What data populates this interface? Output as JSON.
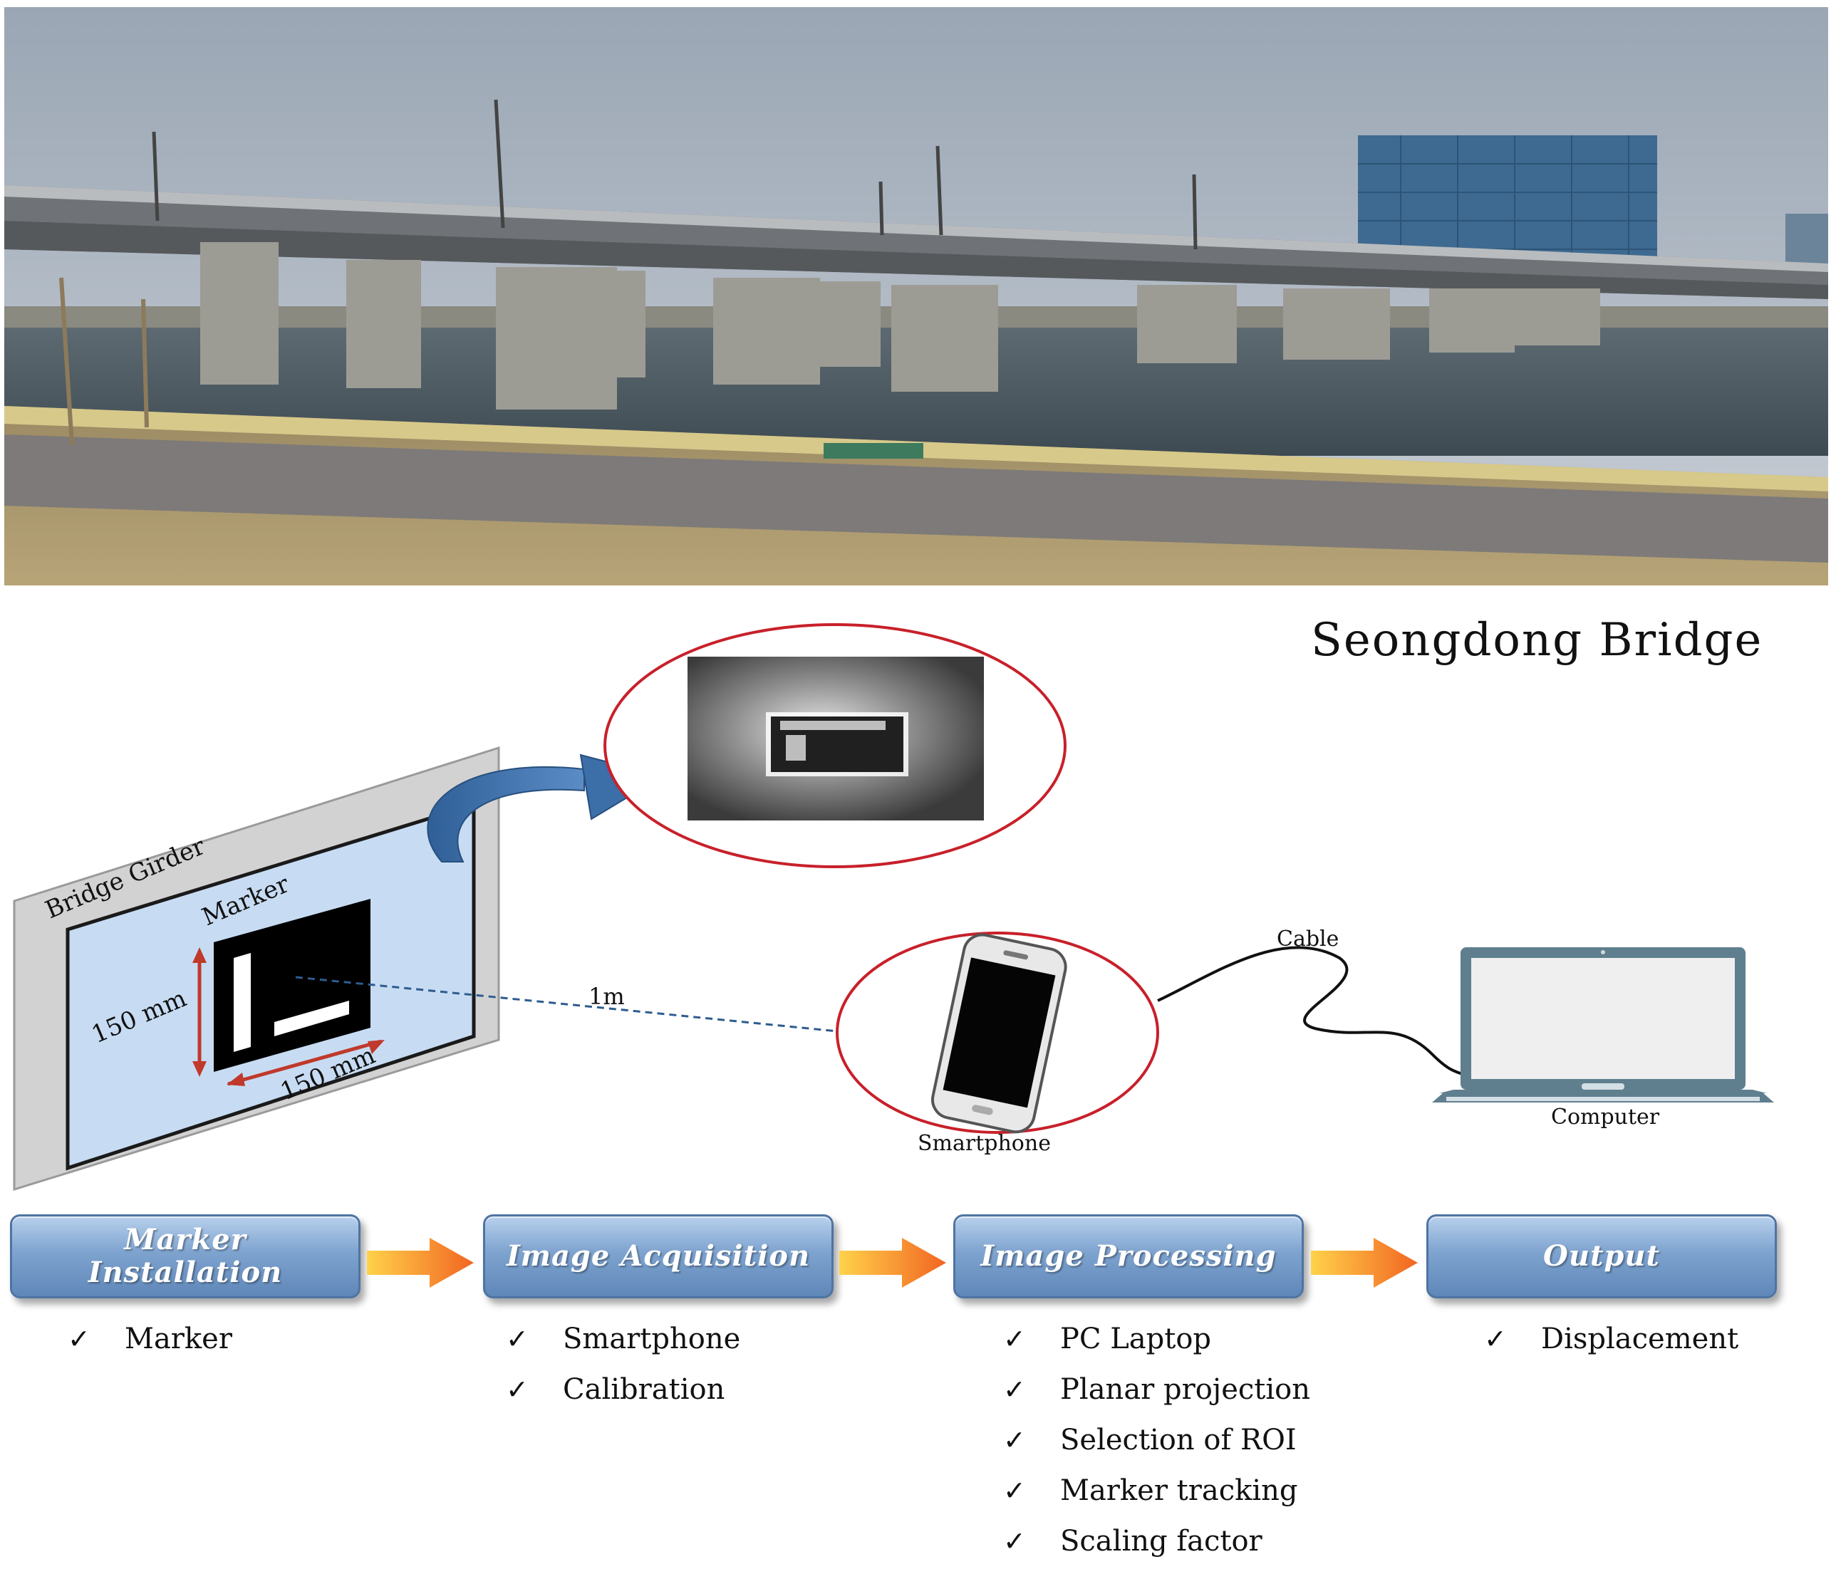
{
  "title": "Seongdong  Bridge",
  "diagram": {
    "girder_label": "Bridge Girder",
    "marker_label": "Marker",
    "dim_vertical": "150 mm",
    "dim_horizontal": "150 mm",
    "distance_label": "1m",
    "cable_label": "Cable",
    "smartphone_label": "Smartphone",
    "computer_label": "Computer"
  },
  "steps": [
    {
      "label_line1": "Marker",
      "label_line2": "Installation",
      "items": [
        "Marker"
      ]
    },
    {
      "label_line1": "Image Acquisition",
      "label_line2": "",
      "items": [
        "Smartphone",
        "Calibration"
      ]
    },
    {
      "label_line1": "Image Processing",
      "label_line2": "",
      "items": [
        "PC Laptop",
        "Planar projection",
        "Selection of ROI",
        "Marker tracking",
        "Scaling factor"
      ]
    },
    {
      "label_line1": "Output",
      "label_line2": "",
      "items": [
        "Displacement"
      ]
    }
  ],
  "check_glyph": "✓",
  "colors": {
    "step_fill": "#6f96c6",
    "arrow": "#f7931e",
    "circle": "#c8202a",
    "panel": "#c7dcf3"
  }
}
